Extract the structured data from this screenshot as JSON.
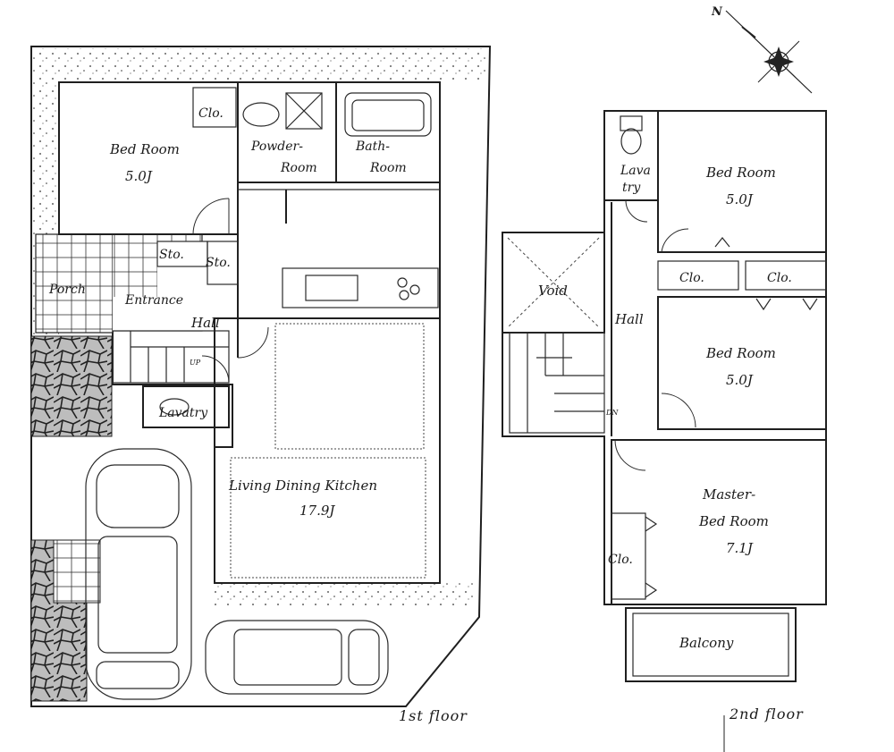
{
  "compass": {
    "north_label": "N"
  },
  "floors": {
    "first": {
      "caption": "1st floor"
    },
    "second": {
      "caption": "2nd floor"
    }
  },
  "rooms_first": {
    "bed_room": "Bed Room",
    "bed_room_size": "5.0J",
    "clo": "Clo.",
    "powder_room_1": "Powder-",
    "powder_room_2": "Room",
    "bath_room_1": "Bath-",
    "bath_room_2": "Room",
    "sto_1": "Sto.",
    "sto_2": "Sto.",
    "porch": "Porch",
    "entrance": "Entrance",
    "hall": "Hall",
    "up_mark": "UP",
    "lavatry": "Lavatry",
    "ldk": "Living Dining Kitchen",
    "ldk_size": "17.9J"
  },
  "rooms_second": {
    "lavatry_1": "Lava",
    "lavatry_2": "try",
    "bed_room_a": "Bed Room",
    "bed_room_a_size": "5.0J",
    "void": "Void",
    "hall": "Hall",
    "clo_a": "Clo.",
    "clo_b": "Clo.",
    "bed_room_b": "Bed Room",
    "bed_room_b_size": "5.0J",
    "dn_mark": "DN",
    "master_1": "Master-",
    "master_2": "Bed Room",
    "master_size": "7.1J",
    "clo_c": "Clo.",
    "balcony": "Balcony"
  }
}
